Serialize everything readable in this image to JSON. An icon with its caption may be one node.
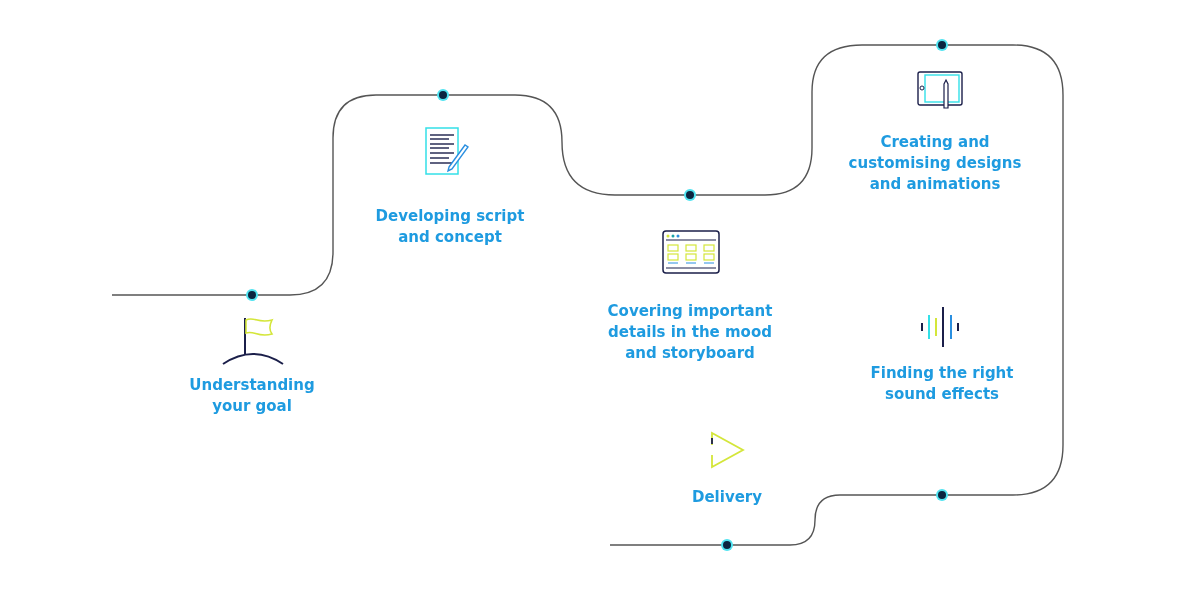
{
  "diagram": {
    "nodes": [
      {
        "text": [],
        "shape": "circle"
      },
      {
        "text": [],
        "shape": "circle"
      },
      {
        "text": [],
        "shape": "circle"
      },
      {
        "text": [],
        "shape": "circle"
      },
      {
        "text": [],
        "shape": "circle"
      },
      {
        "text": [],
        "shape": "circle"
      }
    ],
    "edges": [
      {
        "from": null,
        "to": 0,
        "arrow": "none"
      },
      {
        "from": 0,
        "to": 1,
        "arrow": "none"
      },
      {
        "from": 1,
        "to": 2,
        "arrow": "none"
      },
      {
        "from": 2,
        "to": 3,
        "arrow": "none"
      },
      {
        "from": 3,
        "to": 4,
        "arrow": "none"
      },
      {
        "from": 4,
        "to": 5,
        "arrow": "none"
      },
      {
        "from": 5,
        "to": null,
        "arrow": "none"
      }
    ],
    "labels": [
      "Understanding your goal",
      "Developing script and concept",
      "Covering important details in the mood and storyboard",
      "Creating and customising designs and animations",
      "Finding the right sound effects",
      "Delivery"
    ]
  }
}
